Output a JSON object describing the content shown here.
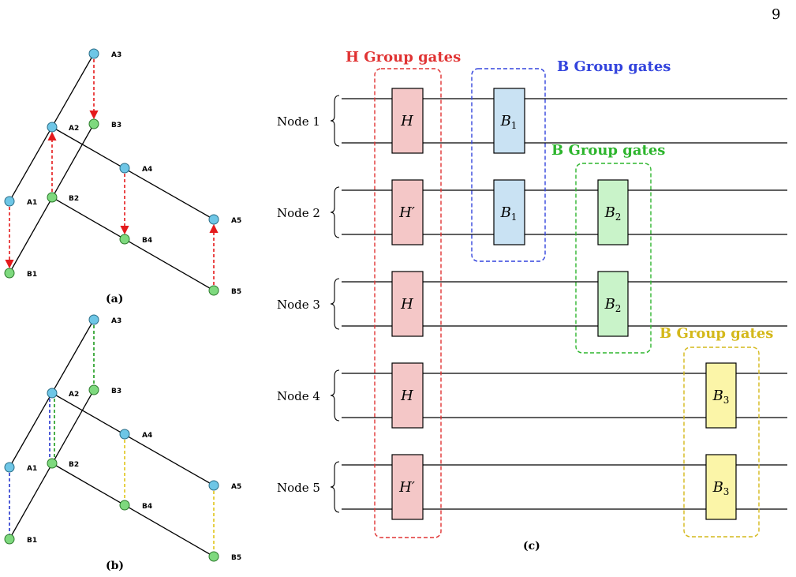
{
  "page_number": "9",
  "colors": {
    "blue_node": "#6ec6e6",
    "green_node": "#7ed97e",
    "red_arrow": "#e41a1c",
    "green_dash": "#1a9a1a",
    "blue_dash": "#2233cc",
    "yellow_dash": "#e0c419",
    "h_gate": "#f4c7c7",
    "b1_gate": "#c9e2f3",
    "b2_gate": "#c9f3c9",
    "b3_gate": "#fbf5a8",
    "h_group": "#e03333",
    "b1_group": "#3344dd",
    "b2_group": "#2db52d",
    "b3_group": "#d4b81a"
  },
  "panel_a": {
    "caption": "(a)",
    "nodes": {
      "A1": "A1",
      "A2": "A2",
      "A3": "A3",
      "A4": "A4",
      "A5": "A5",
      "B1": "B1",
      "B2": "B2",
      "B3": "B3",
      "B4": "B4",
      "B5": "B5"
    }
  },
  "panel_b": {
    "caption": "(b)",
    "nodes": {
      "A1": "A1",
      "A2": "A2",
      "A3": "A3",
      "A4": "A4",
      "A5": "A5",
      "B1": "B1",
      "B2": "B2",
      "B3": "B3",
      "B4": "B4",
      "B5": "B5"
    }
  },
  "panel_c": {
    "caption": "(c)",
    "nodes": [
      "Node 1",
      "Node 2",
      "Node 3",
      "Node 4",
      "Node 5"
    ],
    "h_gates": [
      "H",
      "H′",
      "H",
      "H",
      "H′"
    ],
    "b_gate": "B",
    "b_subs": {
      "b1": "1",
      "b2": "2",
      "b3": "3"
    },
    "groups": {
      "h": "H Group gates",
      "b1": "B Group gates",
      "b2": "B Group gates",
      "b3": "B Group gates"
    }
  }
}
